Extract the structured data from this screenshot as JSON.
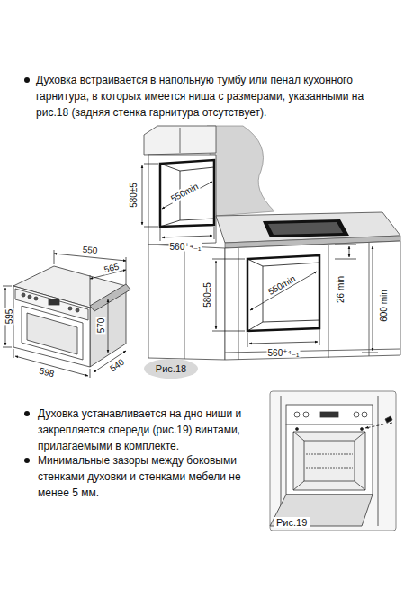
{
  "diagram": {
    "nodes": [
      {
        "text": [
          "Рис.18"
        ]
      },
      {
        "text": [
          "Рис.19"
        ]
      }
    ],
    "labels": [
      "Духовка встраивается в напольную тумбу или пенал кухонного гарнитура, в которых имеется ниша с размерами, указанными на рис.18 (задняя стенка гарнитура отсутствует).",
      "Духовка устанавливается на дно ниши и закрепляется спереди (рис.19) винтами, прилагаемыми в комплекте.",
      "Минимальные зазоры между боковыми стенками духовки и стенками мебели не менее 5 мм.",
      "550min",
      "580±5",
      "560⁺⁴₋₁",
      "550min",
      "580±5",
      "560⁺⁴₋₁",
      "26 min",
      "600 min",
      "550",
      "565",
      "595",
      "570",
      "598",
      "540"
    ]
  }
}
